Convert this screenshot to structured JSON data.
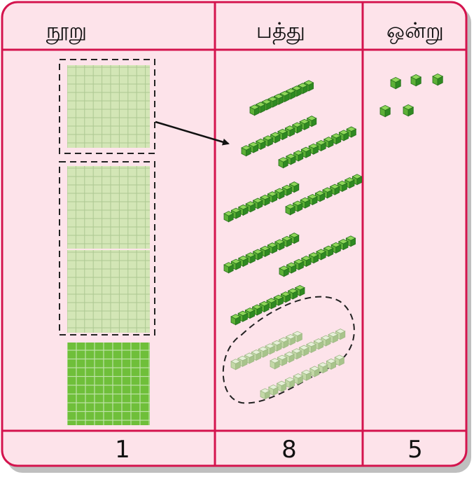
{
  "columns": [
    {
      "key": "hundreds",
      "header": "நூறு",
      "value": "1"
    },
    {
      "key": "tens",
      "header": "பத்து",
      "value": "8"
    },
    {
      "key": "ones",
      "header": "ஒன்று",
      "value": "5"
    }
  ],
  "blocks": {
    "hundred_flats_shown": 4,
    "hundred_flats_regrouped_faded": 3,
    "hundred_flats_remaining": 1,
    "ten_rods_shown": 11,
    "ten_rods_regrouped_faded": 3,
    "ten_rods_remaining": 8,
    "unit_cubes_shown": 5
  },
  "colors": {
    "background": "#fde3ea",
    "border": "#d4144e",
    "block_green": "#6fbf3a",
    "block_green_dark": "#2f8a22",
    "block_faded": "#cfe2b4"
  }
}
